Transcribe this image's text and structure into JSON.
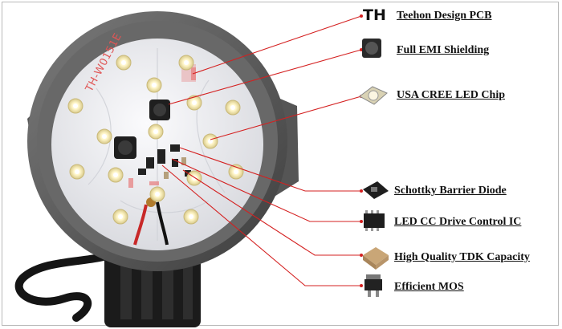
{
  "brand_mark": "TH",
  "pcb_code": "TH-W0151E",
  "callouts": [
    {
      "label": "Teehon Design PCB",
      "icon": "th-logo-icon"
    },
    {
      "label": "Full EMI Shielding",
      "icon": "inductor-icon"
    },
    {
      "label": "USA CREE LED Chip",
      "icon": "led-chip-icon"
    },
    {
      "label": "Schottky Barrier Diode",
      "icon": "diode-icon"
    },
    {
      "label": "LED CC Drive Control IC",
      "icon": "ic-chip-icon"
    },
    {
      "label": "High Quality TDK Capacity",
      "icon": "capacitor-icon"
    },
    {
      "label": "Efficient MOS",
      "icon": "mosfet-icon"
    }
  ],
  "colors": {
    "leader_line": "#d42020",
    "pcb": "#f4f4f6",
    "housing": "#5c5c5c",
    "led": "#fff5c8"
  }
}
